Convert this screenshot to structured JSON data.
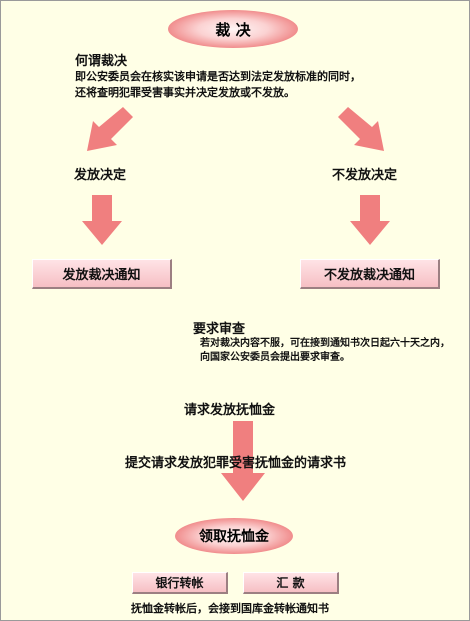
{
  "colors": {
    "background": "#ffffe6",
    "arrow": "#f07f7f",
    "pill": "#f08a8a",
    "box": "#f6bfc4"
  },
  "steps": {
    "decision_pill": "裁 决",
    "what_title": "何谓裁决",
    "what_lines": [
      "即公安委员会在核实该申请是否达到法定发放标准的同时，",
      "还将查明犯罪受害事实并决定发放或不发放。"
    ],
    "grant_label": "发放决定",
    "deny_label": "不发放决定",
    "grant_notice": "发放裁决通知",
    "deny_notice": "不发放裁决通知",
    "review_title": "要求审查",
    "review_lines": [
      "若对裁决内容不服，可在接到通知书次日起六十天之内，",
      "向国家公安委员会提出要求审查。"
    ],
    "request_label": "请求发放抚恤金",
    "submit_label": "提交请求发放犯罪受害抚恤金的请求书",
    "receive_pill": "领取抚恤金",
    "bank_button": "银行转帐",
    "remit_button": "汇  款",
    "footer": "抚恤金转帐后，会接到国库金转帐通知书"
  },
  "icons": [
    "arrow-down-left-icon",
    "arrow-down-right-icon",
    "arrow-down-icon"
  ]
}
